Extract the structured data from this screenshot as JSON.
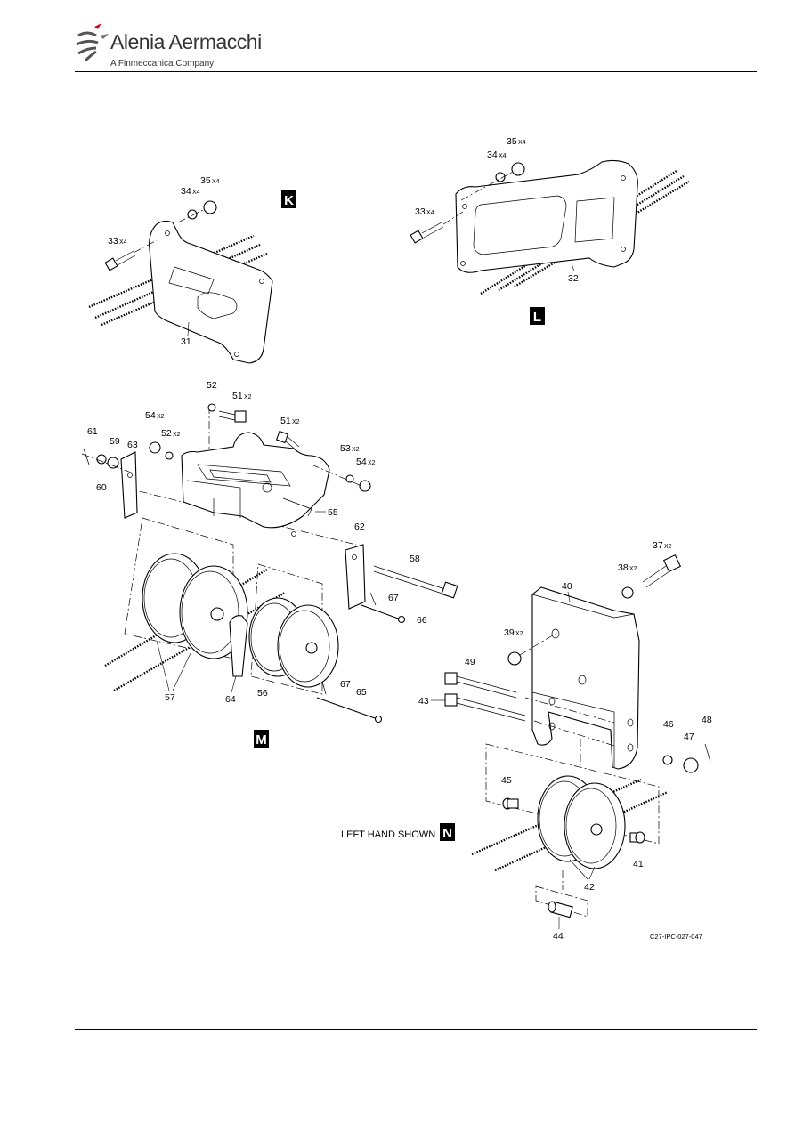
{
  "header": {
    "company": "Alenia Aermacchi",
    "tagline": "A Finmeccanica Company",
    "logo_icon": "alenia-swoosh-logo"
  },
  "views": {
    "k": "K",
    "l": "L",
    "m": "M",
    "n": "N"
  },
  "note": "LEFT HAND SHOWN",
  "reference": "C27-IPC-027-047",
  "items": {
    "31": "31",
    "32": "32",
    "33k": "33",
    "34k": "34",
    "35k": "35",
    "33l": "33",
    "34l": "34",
    "35l": "35",
    "37": "37",
    "38": "38",
    "39": "39",
    "40": "40",
    "41": "41",
    "42": "42",
    "43": "43",
    "44": "44",
    "45": "45",
    "46": "46",
    "47": "47",
    "48": "48",
    "49": "49",
    "51a": "51",
    "51b": "51",
    "52a": "52",
    "52b": "52",
    "53": "53",
    "54a": "54",
    "54b": "54",
    "55": "55",
    "56": "56",
    "57": "57",
    "58": "58",
    "59": "59",
    "60": "60",
    "61": "61",
    "62": "62",
    "63": "63",
    "64": "64",
    "65": "65",
    "66": "66",
    "67a": "67",
    "67b": "67"
  },
  "quantities": {
    "x4": "X4",
    "x2": "X2"
  }
}
